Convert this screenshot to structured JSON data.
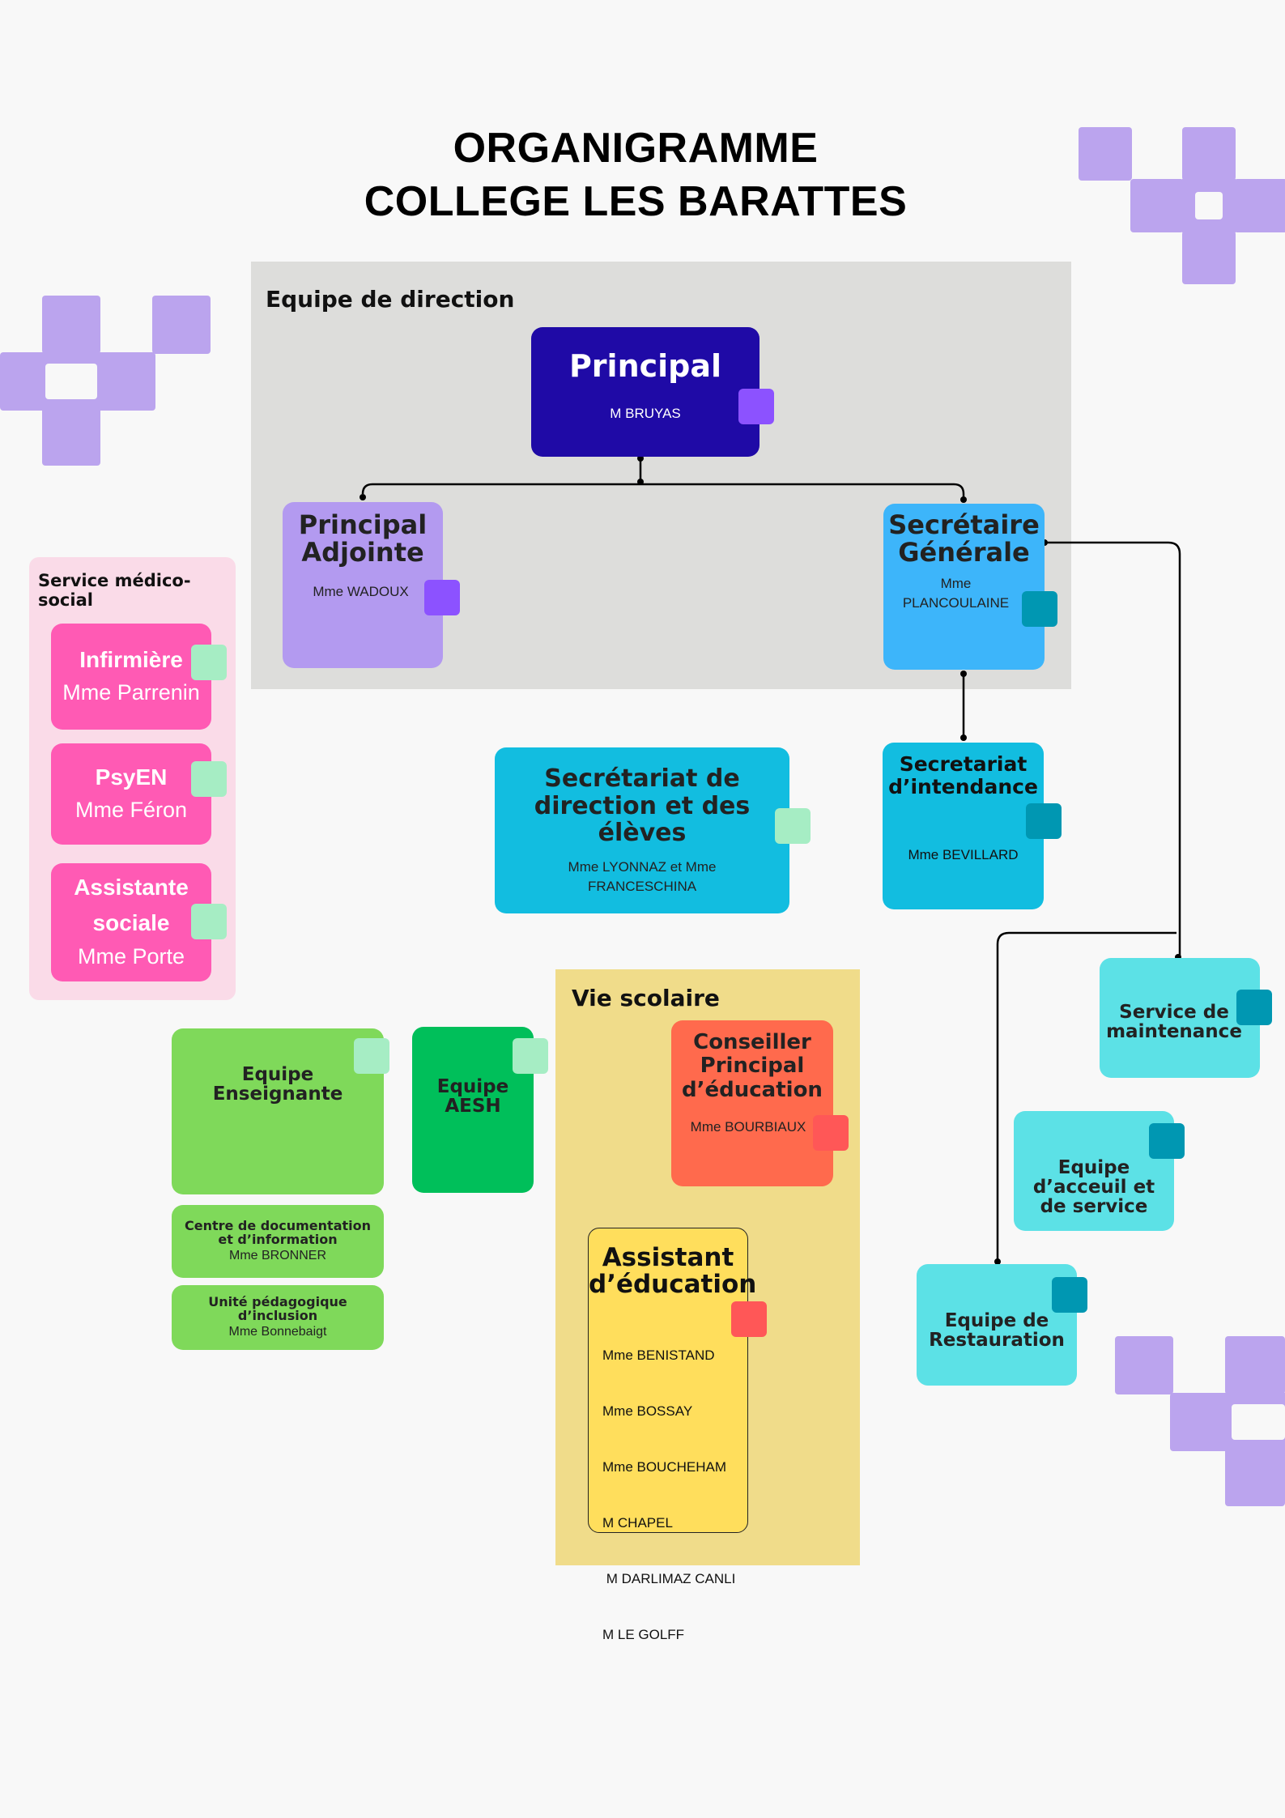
{
  "title": {
    "line1": "ORGANIGRAMME",
    "line2": "COLLEGE LES BARATTES"
  },
  "colors": {
    "background": "#f8f8f8",
    "direction_panel": "#dddddb",
    "medico_panel": "#fadbe8",
    "vie_scolaire_panel": "#f0dc8a",
    "principal": "#1f0aa6",
    "principal_adjointe": "#b39af0",
    "secretaire": "#3db5fa",
    "secretariat": "#12bde0",
    "pink": "#ff5ab4",
    "green": "#7fd95a",
    "dark_green": "#00bf5a",
    "orange": "#ff6a4d",
    "yellow": "#ffde5c",
    "cyan": "#5ce1e6",
    "purple_deco": "#bba4ee"
  },
  "direction": {
    "label": "Equipe de direction",
    "principal": {
      "title": "Principal",
      "name": "M BRUYAS"
    },
    "adjointe": {
      "title_line1": "Principal",
      "title_line2": "Adjointe",
      "name": "Mme WADOUX"
    },
    "secretaire": {
      "title_line1": "Secrétaire",
      "title_line2": "Générale",
      "name_line1": "Mme",
      "name_line2": "PLANCOULAINE"
    }
  },
  "medico_social": {
    "label": "Service médico-social",
    "items": [
      {
        "title": "Infirmière",
        "name": "Mme Parrenin"
      },
      {
        "title": "PsyEN",
        "name": "Mme Féron"
      },
      {
        "title_line1": "Assistante",
        "title_line2": "sociale",
        "name": "Mme Porte"
      }
    ]
  },
  "secretariat_direction": {
    "title_line1": "Secrétariat de",
    "title_line2": "direction et des",
    "title_line3": "élèves",
    "name_line1": "Mme LYONNAZ et Mme",
    "name_line2": "FRANCESCHINA"
  },
  "secretariat_intendance": {
    "title_line1": "Secretariat",
    "title_line2": "d’intendance",
    "name": "Mme BEVILLARD"
  },
  "equipe_enseignante": {
    "line1": "Equipe",
    "line2": "Enseignante"
  },
  "equipe_aesh": {
    "line1": "Equipe",
    "line2": "AESH"
  },
  "cdi": {
    "line1": "Centre de documentation",
    "line2": "et d’information",
    "name": "Mme BRONNER"
  },
  "upi": {
    "line1": "Unité pédagogique",
    "line2": "d’inclusion",
    "name": "Mme Bonnebaigt"
  },
  "vie_scolaire": {
    "label": "Vie scolaire",
    "cpe": {
      "line1": "Conseiller",
      "line2": "Principal",
      "line3": "d’éducation",
      "name": "Mme BOURBIAUX"
    },
    "aed": {
      "line1": "Assistant",
      "line2": "d’éducation",
      "names": [
        "Mme BENISTAND",
        "Mme BOSSAY",
        "Mme BOUCHEHAM",
        "M CHAPEL",
        " M DARLIMAZ CANLI",
        "M LE GOLFF"
      ]
    }
  },
  "maintenance": {
    "line1": "Service de",
    "line2": "maintenance"
  },
  "accueil": {
    "line1": "Equipe",
    "line2": "d’acceuil et",
    "line3": "de service"
  },
  "restauration": {
    "line1": "Equipe de",
    "line2": "Restauration"
  }
}
